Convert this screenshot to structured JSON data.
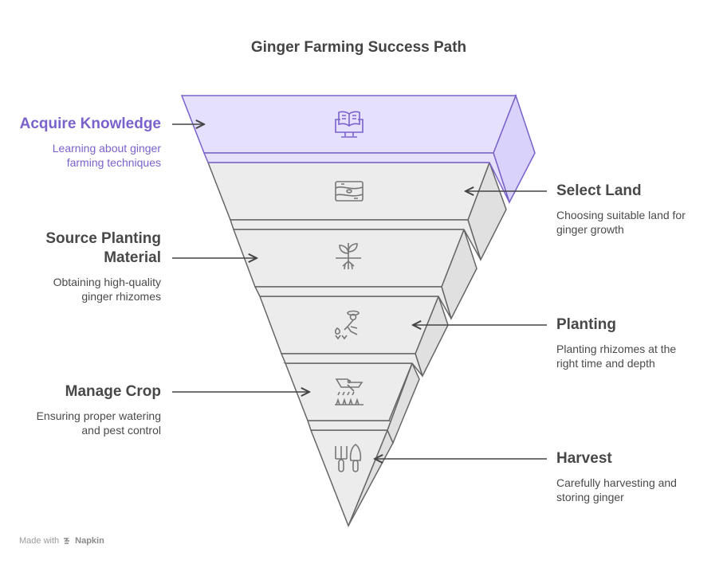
{
  "title": "Ginger Farming Success Path",
  "colors": {
    "active_fill": "#e4e0fd",
    "active_side": "#d9d2fa",
    "active_stroke": "#7a62cc",
    "level_fill": "#ececec",
    "level_side": "#e0e0e0",
    "level_stroke": "#666666",
    "icon_gray": "#777777"
  },
  "stages": [
    {
      "title": "Acquire Knowledge",
      "desc_1": "Learning about ginger",
      "desc_2": "farming techniques",
      "icon": "book-monitor-icon",
      "side": "left",
      "active": true
    },
    {
      "title": "Select Land",
      "desc_1": "Choosing suitable land for",
      "desc_2": "ginger growth",
      "icon": "land-icon",
      "side": "right",
      "active": false
    },
    {
      "title_1": "Source Planting",
      "title_2": "Material",
      "desc_1": "Obtaining high-quality",
      "desc_2": "ginger rhizomes",
      "icon": "sprout-icon",
      "side": "left",
      "active": false
    },
    {
      "title": "Planting",
      "desc_1": "Planting rhizomes at the",
      "desc_2": "right time and depth",
      "icon": "farmer-planting-icon",
      "side": "right",
      "active": false
    },
    {
      "title": "Manage Crop",
      "desc_1": "Ensuring proper watering",
      "desc_2": "and pest control",
      "icon": "crop-duster-icon",
      "side": "left",
      "active": false
    },
    {
      "title": "Harvest",
      "desc_1": "Carefully harvesting and",
      "desc_2": "storing ginger",
      "icon": "garden-tools-icon",
      "side": "right",
      "active": false
    }
  ],
  "credit": {
    "prefix": "Made with",
    "brand": "Napkin"
  }
}
